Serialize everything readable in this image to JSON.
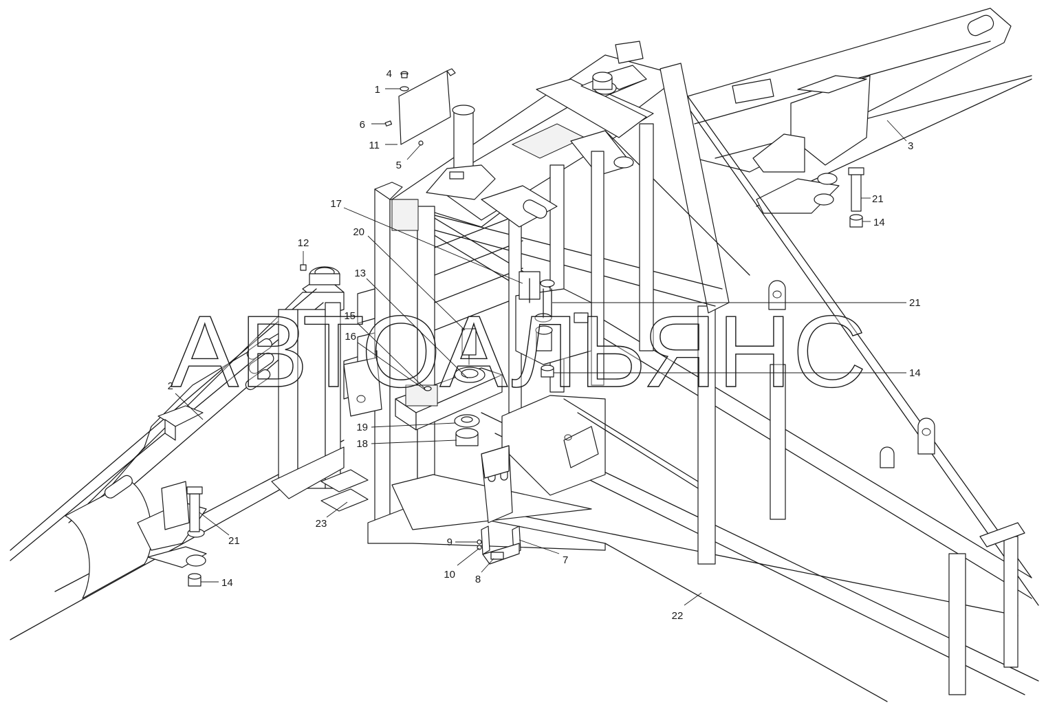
{
  "watermark": "АВТОАЛЬЯНС",
  "callouts": [
    {
      "id": "c4",
      "label": "4"
    },
    {
      "id": "c1",
      "label": "1"
    },
    {
      "id": "c6",
      "label": "6"
    },
    {
      "id": "c11",
      "label": "11"
    },
    {
      "id": "c5",
      "label": "5"
    },
    {
      "id": "c3",
      "label": "3"
    },
    {
      "id": "c21a",
      "label": "21"
    },
    {
      "id": "c14a",
      "label": "14"
    },
    {
      "id": "c17",
      "label": "17"
    },
    {
      "id": "c20",
      "label": "20"
    },
    {
      "id": "c12",
      "label": "12"
    },
    {
      "id": "c13",
      "label": "13"
    },
    {
      "id": "c21b",
      "label": "21"
    },
    {
      "id": "c15",
      "label": "15"
    },
    {
      "id": "c16",
      "label": "16"
    },
    {
      "id": "c14b",
      "label": "14"
    },
    {
      "id": "c2",
      "label": "2"
    },
    {
      "id": "c19",
      "label": "19"
    },
    {
      "id": "c18",
      "label": "18"
    },
    {
      "id": "c23",
      "label": "23"
    },
    {
      "id": "c21c",
      "label": "21"
    },
    {
      "id": "c9",
      "label": "9"
    },
    {
      "id": "c7",
      "label": "7"
    },
    {
      "id": "c10",
      "label": "10"
    },
    {
      "id": "c8",
      "label": "8"
    },
    {
      "id": "c14c",
      "label": "14"
    },
    {
      "id": "c22",
      "label": "22"
    }
  ]
}
